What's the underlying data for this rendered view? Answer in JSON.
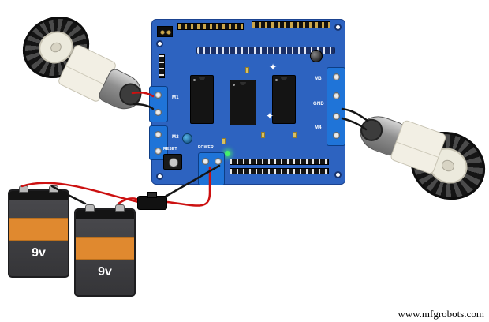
{
  "watermark": {
    "text": "www.mfgrobots.com"
  },
  "board": {
    "silk": {
      "reset": "RESET",
      "power": "POWER",
      "gnd": "GND",
      "m1": "M1",
      "m2": "M2",
      "m3": "M3",
      "m4": "M4"
    },
    "star_glyph": "✦",
    "colors": {
      "pcb": "#2d63c0",
      "terminal": "#1f74d8"
    }
  },
  "batteries": [
    {
      "label": "9v"
    },
    {
      "label": "9v"
    }
  ],
  "wires": {
    "red": "#cc1111",
    "black": "#151515"
  }
}
